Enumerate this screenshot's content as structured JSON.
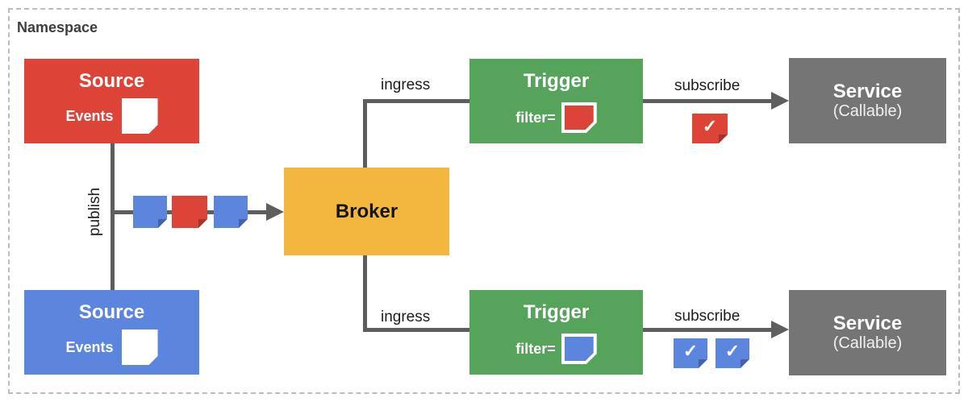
{
  "namespace": {
    "label": "Namespace"
  },
  "nodes": {
    "source_top": {
      "title": "Source",
      "events_label": "Events",
      "color": "#DB4437"
    },
    "source_bottom": {
      "title": "Source",
      "events_label": "Events",
      "color": "#5C85DE"
    },
    "broker": {
      "title": "Broker",
      "color": "#F3B73F"
    },
    "trigger_top": {
      "title": "Trigger",
      "filter_label": "filter=",
      "filter_note_color": "#DB4437",
      "color": "#56A45C"
    },
    "trigger_bottom": {
      "title": "Trigger",
      "filter_label": "filter=",
      "filter_note_color": "#5C85DE",
      "color": "#56A45C"
    },
    "service_top": {
      "title": "Service",
      "subtitle": "(Callable)",
      "color": "#757575"
    },
    "service_bottom": {
      "title": "Service",
      "subtitle": "(Callable)",
      "color": "#757575"
    }
  },
  "edges": {
    "publish": {
      "label": "publish"
    },
    "ingress_top": {
      "label": "ingress"
    },
    "ingress_bottom": {
      "label": "ingress"
    },
    "subscribe_top": {
      "label": "subscribe"
    },
    "subscribe_bottom": {
      "label": "subscribe"
    }
  },
  "icons": {
    "check_glyph": "✓",
    "publish_event_note_colors": [
      "#5C85DE",
      "#DB4437",
      "#5C85DE"
    ],
    "subscribe_top_note_colors": [
      "#DB4437"
    ],
    "subscribe_bottom_note_colors": [
      "#5C85DE",
      "#5C85DE"
    ]
  },
  "colors": {
    "line": "#5e5e5e",
    "dashed_border": "#bcbcbc",
    "background": "#ffffff"
  }
}
